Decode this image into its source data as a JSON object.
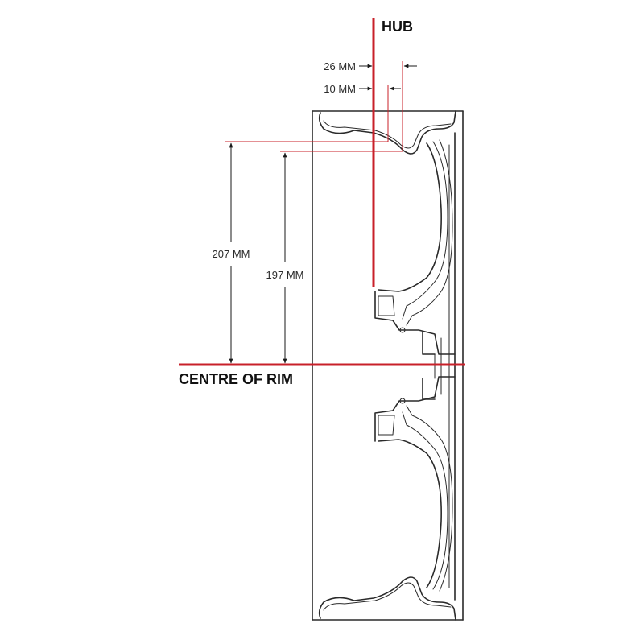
{
  "diagram": {
    "hub_label": "HUB",
    "centre_label": "CENTRE OF RIM",
    "dimensions": {
      "offset_26": "26 MM",
      "offset_10": "10 MM",
      "height_207": "207 MM",
      "height_197": "197 MM"
    },
    "colors": {
      "reference_line": "#c8202a",
      "drawing": "#2a2a2a",
      "background": "#ffffff"
    }
  }
}
